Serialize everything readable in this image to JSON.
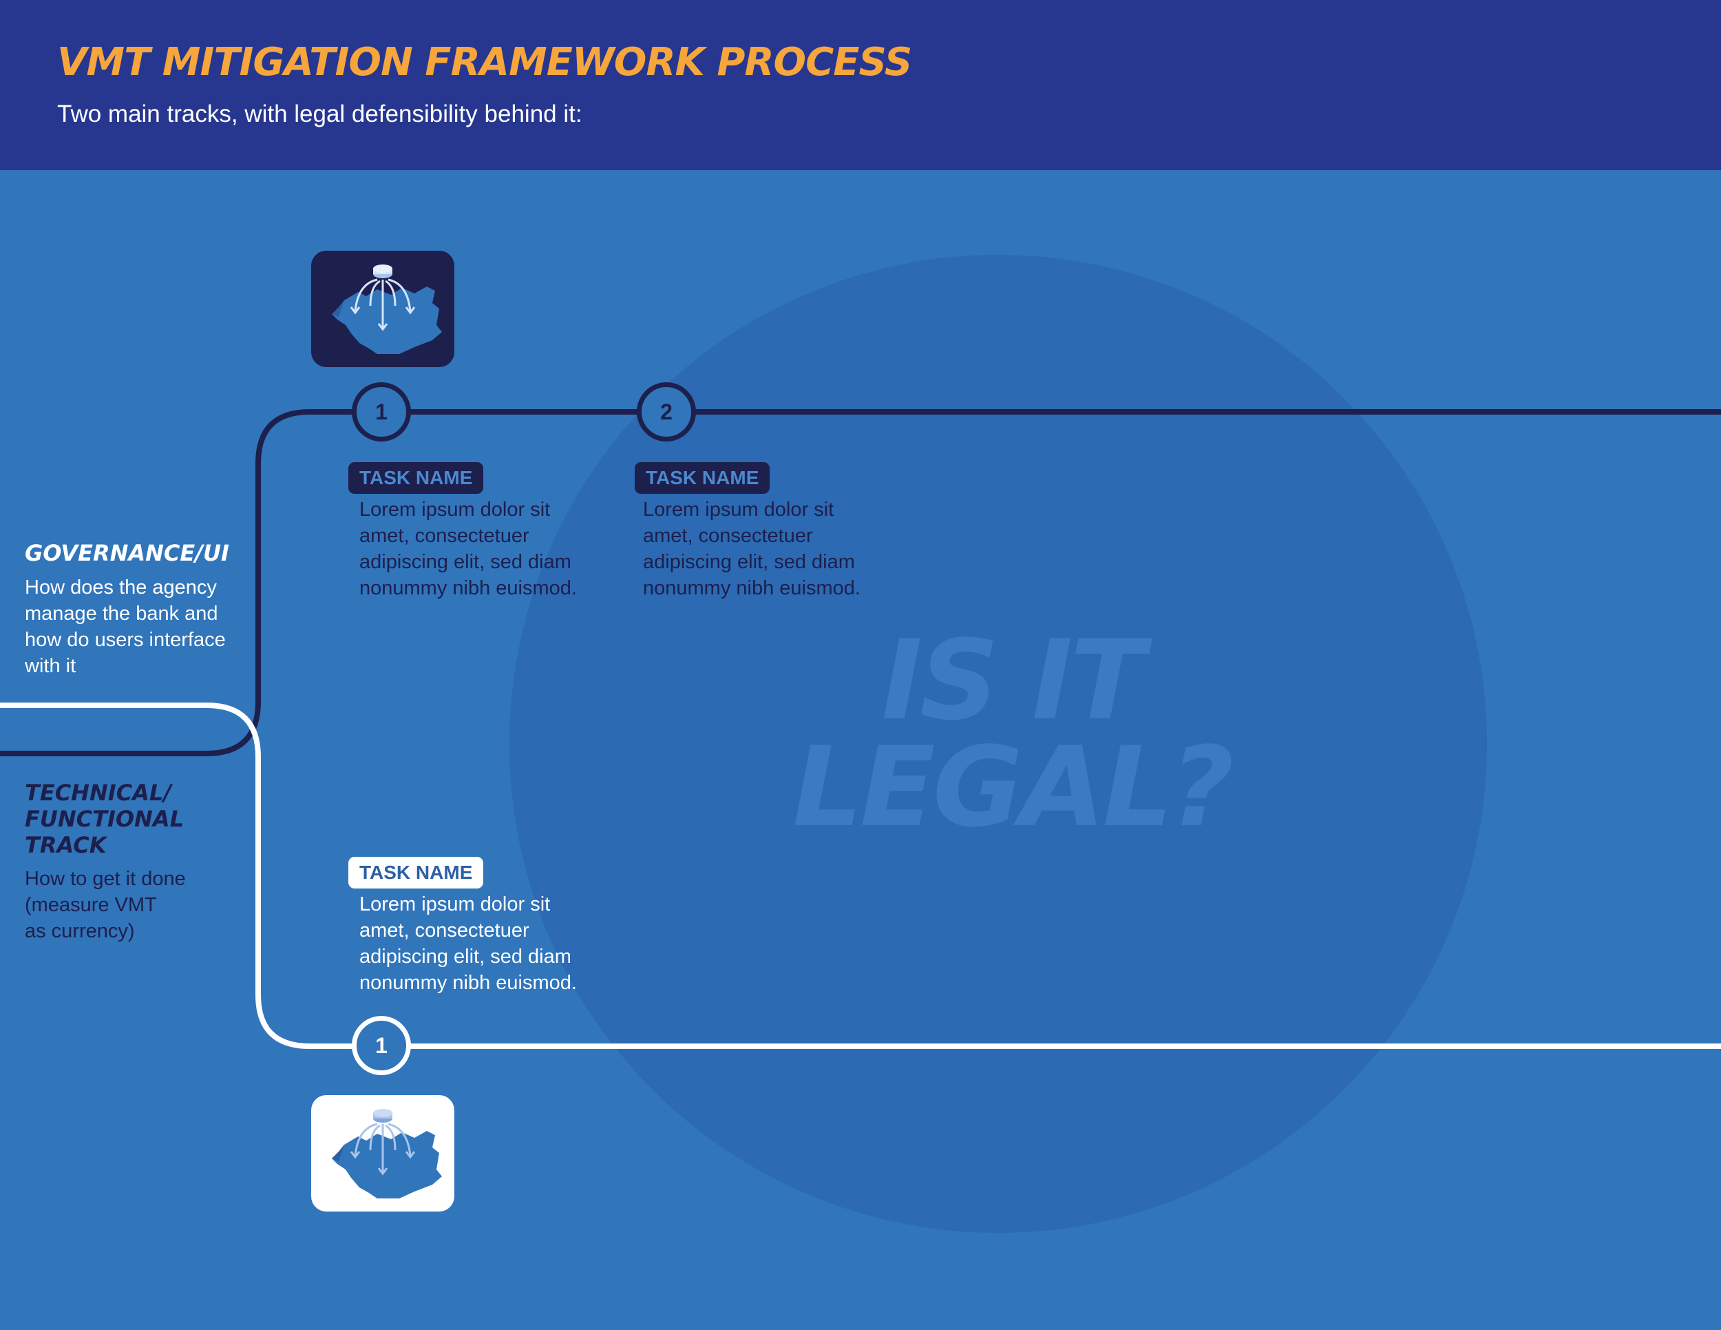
{
  "header": {
    "title": "VMT MITIGATION FRAMEWORK PROCESS",
    "subtitle": "Two main tracks, with legal defensibility behind it:"
  },
  "background": {
    "watermark_line1": "IS IT",
    "watermark_line2": "LEGAL?"
  },
  "governance_track": {
    "title": "GOVERNANCE/UI",
    "description": "How does the agency manage the bank and how do users interface with it",
    "steps": [
      {
        "number": "1",
        "task_label": "TASK NAME",
        "description": "Lorem ipsum dolor sit amet, consectetuer adipiscing elit, sed diam nonummy nibh euismod."
      },
      {
        "number": "2",
        "task_label": "TASK NAME",
        "description": "Lorem ipsum dolor sit amet, consectetuer adipiscing elit, sed diam nonummy nibh euismod."
      }
    ]
  },
  "technical_track": {
    "title_line1": "TECHNICAL/",
    "title_line2": "FUNCTIONAL",
    "title_line3": "TRACK",
    "description_line1": "How to get it done",
    "description_line2": "(measure VMT",
    "description_line3": "as currency)",
    "steps": [
      {
        "number": "1",
        "task_label": "TASK NAME",
        "description": "Lorem ipsum dolor sit amet, consectetuer adipiscing elit, sed diam nonummy nibh euismod."
      }
    ]
  },
  "colors": {
    "header_bg": "#27378f",
    "page_bg": "#3175bb",
    "title": "#f6a63b",
    "governance_line": "#1d1f4d",
    "technical_line": "#ffffff"
  },
  "icons": {
    "governance_step1": "map-distribution-icon",
    "technical_step1": "map-distribution-icon"
  }
}
